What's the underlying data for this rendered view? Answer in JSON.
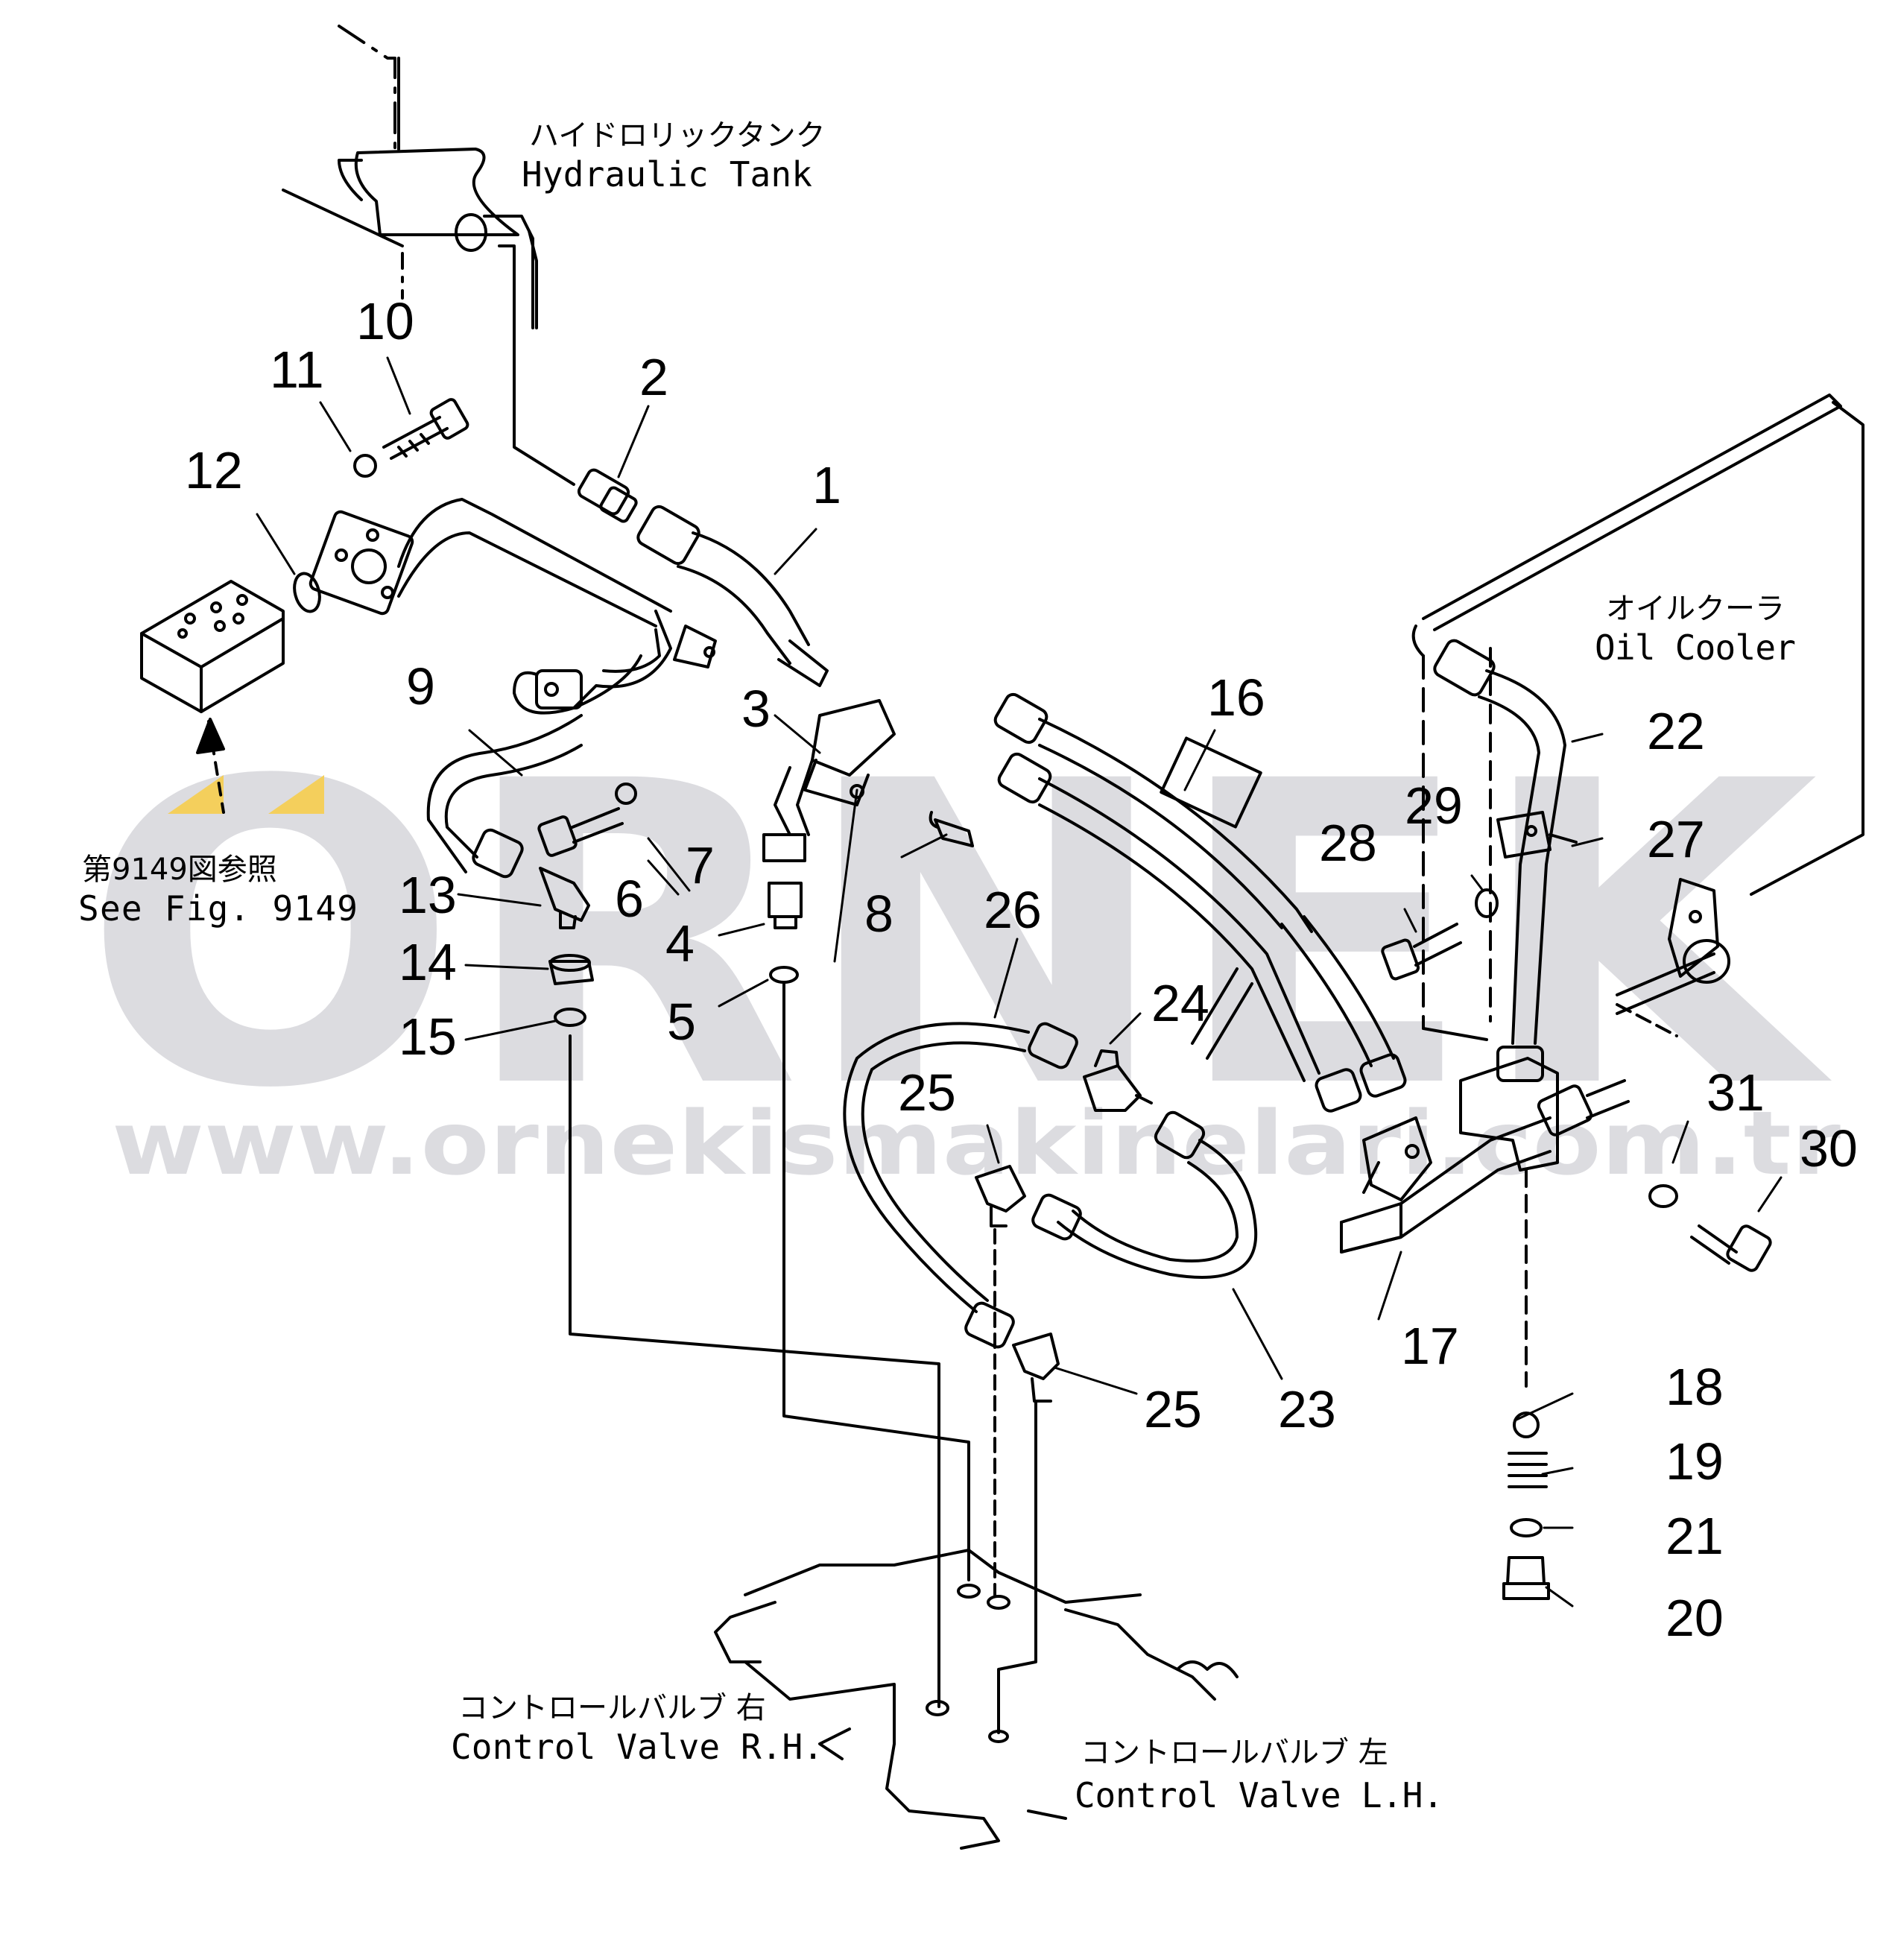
{
  "watermark": {
    "brand": "ORNEK",
    "url": "www.ornekismakinelari.com.tr"
  },
  "labels": {
    "hydraulic_tank_jp": "ハイドロリックタンク",
    "hydraulic_tank_en": "Hydraulic Tank",
    "oil_cooler_jp": "オイルクーラ",
    "oil_cooler_en": "Oil Cooler",
    "see_fig_jp": "第9149図参照",
    "see_fig_en": "See Fig. 9149",
    "control_valve_rh_jp": "コントロールバルブ 右",
    "control_valve_rh_en": "Control Valve R.H.",
    "control_valve_lh_jp": "コントロールバルブ 左",
    "control_valve_lh_en": "Control Valve L.H."
  },
  "parts": {
    "p1": "1",
    "p2": "2",
    "p3": "3",
    "p4": "4",
    "p5": "5",
    "p6": "6",
    "p7": "7",
    "p8": "8",
    "p9": "9",
    "p10": "10",
    "p11": "11",
    "p12": "12",
    "p13": "13",
    "p14": "14",
    "p15": "15",
    "p16": "16",
    "p17": "17",
    "p18": "18",
    "p19": "19",
    "p20": "20",
    "p21": "21",
    "p22": "22",
    "p23": "23",
    "p24": "24",
    "p25a": "25",
    "p25b": "25",
    "p26": "26",
    "p27": "27",
    "p28": "28",
    "p29": "29",
    "p30": "30",
    "p31": "31"
  },
  "colors": {
    "ink": "#000000",
    "watermark_gray": "#d9d9dd",
    "watermark_yellow": "#f4cf5c"
  }
}
